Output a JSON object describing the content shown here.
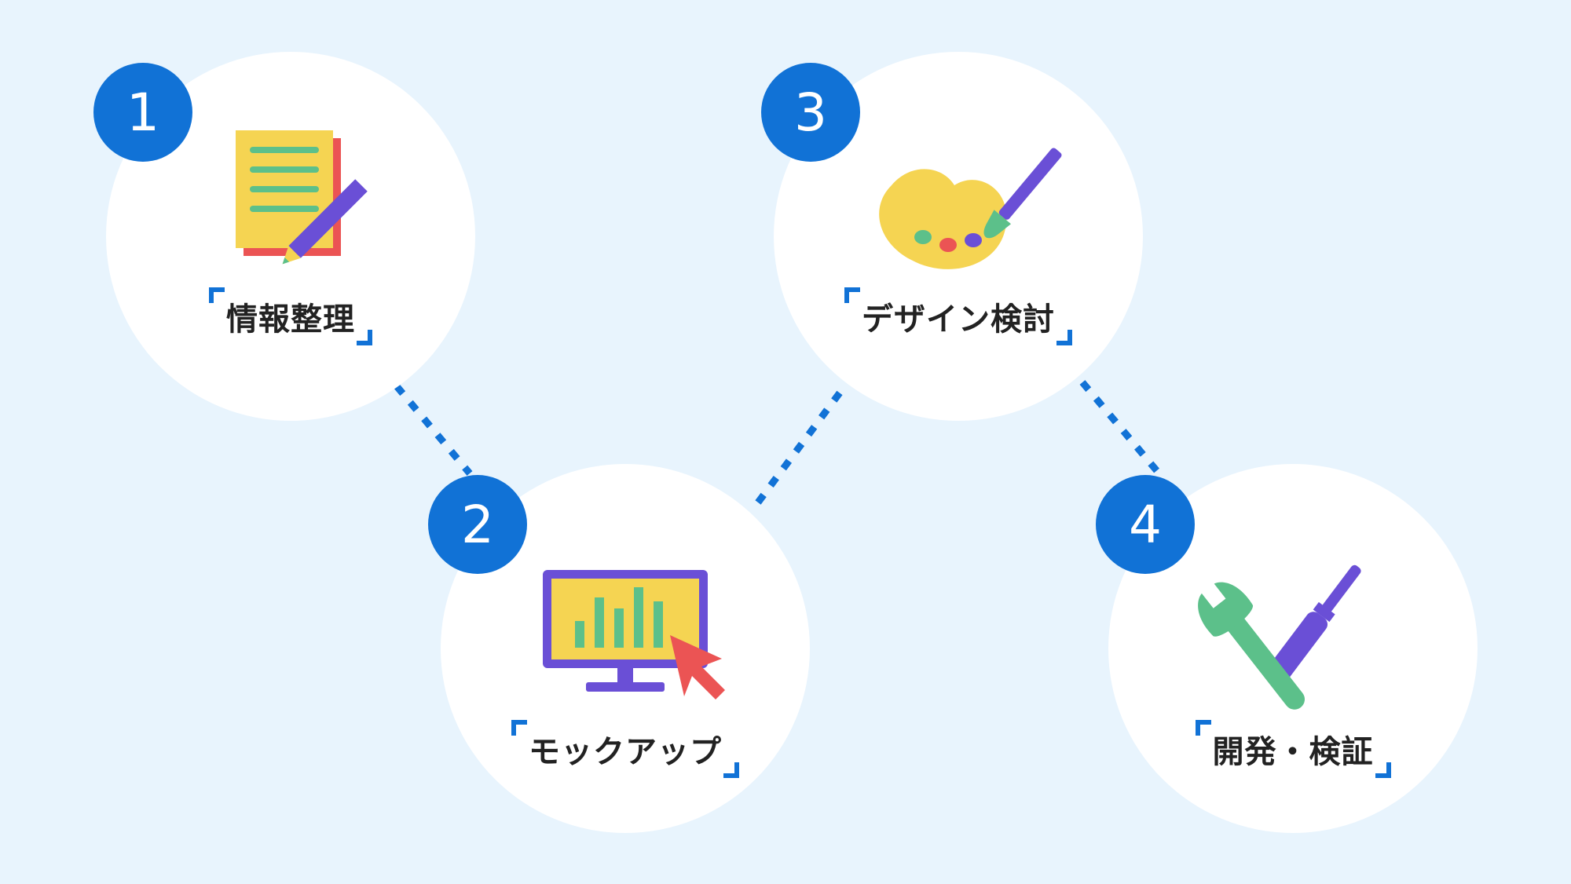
{
  "steps": [
    {
      "number": "1",
      "label": "情報整理",
      "icon": "document-pencil-icon"
    },
    {
      "number": "2",
      "label": "モックアップ",
      "icon": "monitor-chart-icon"
    },
    {
      "number": "3",
      "label": "デザイン検討",
      "icon": "palette-brush-icon"
    },
    {
      "number": "4",
      "label": "開発・検証",
      "icon": "wrench-screwdriver-icon"
    }
  ],
  "colors": {
    "background": "#e8f4fd",
    "accent": "#1172d6",
    "yellow": "#f5d452",
    "green": "#5cc08a",
    "purple": "#6a4fd6",
    "red": "#eb5454"
  }
}
